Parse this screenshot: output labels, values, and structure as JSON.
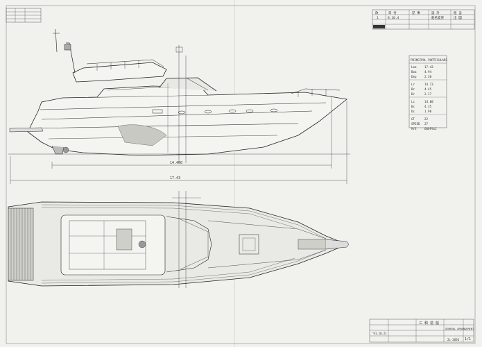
{
  "title_block_top_right": {
    "rows": [
      [
        "改",
        "日 付",
        "記 事",
        "設 計",
        "担 当"
      ],
      [
        "1",
        "8.10.4",
        "船名変更",
        "",
        "出 図"
      ]
    ]
  },
  "title_block_top_left": {
    "rows": [
      "",
      "",
      "",
      ""
    ]
  },
  "particulars": {
    "heading": "PRINCIPAL PARTICULARS",
    "items": [
      {
        "label": "Loa",
        "value": "17.43"
      },
      {
        "label": "Boa",
        "value": "4.94"
      },
      {
        "label": "Dep",
        "value": "2.30"
      },
      {
        "label": "Lr",
        "value": "14.73"
      },
      {
        "label": "Br",
        "value": "4.45"
      },
      {
        "label": "Dr",
        "value": "2.17"
      },
      {
        "label": "Lc",
        "value": "14.00"
      },
      {
        "label": "Bc",
        "value": "4.35"
      },
      {
        "label": "Dc",
        "value": "1.98"
      },
      {
        "label": "GT",
        "value": "22"
      },
      {
        "label": "SPEED",
        "value": "27"
      },
      {
        "label": "M/E",
        "value": "600PSx2"
      }
    ]
  },
  "dimensions": {
    "lwl": "14.400",
    "loa": "17.43"
  },
  "bottom_title_block": {
    "company": "三 和 造 船",
    "drawing_title": "GENERAL ARRANGEMENT",
    "scale": "1/1",
    "drawing_no": "1",
    "date": "'91.10.21",
    "approved": "",
    "footer_note": "2L-2050"
  }
}
